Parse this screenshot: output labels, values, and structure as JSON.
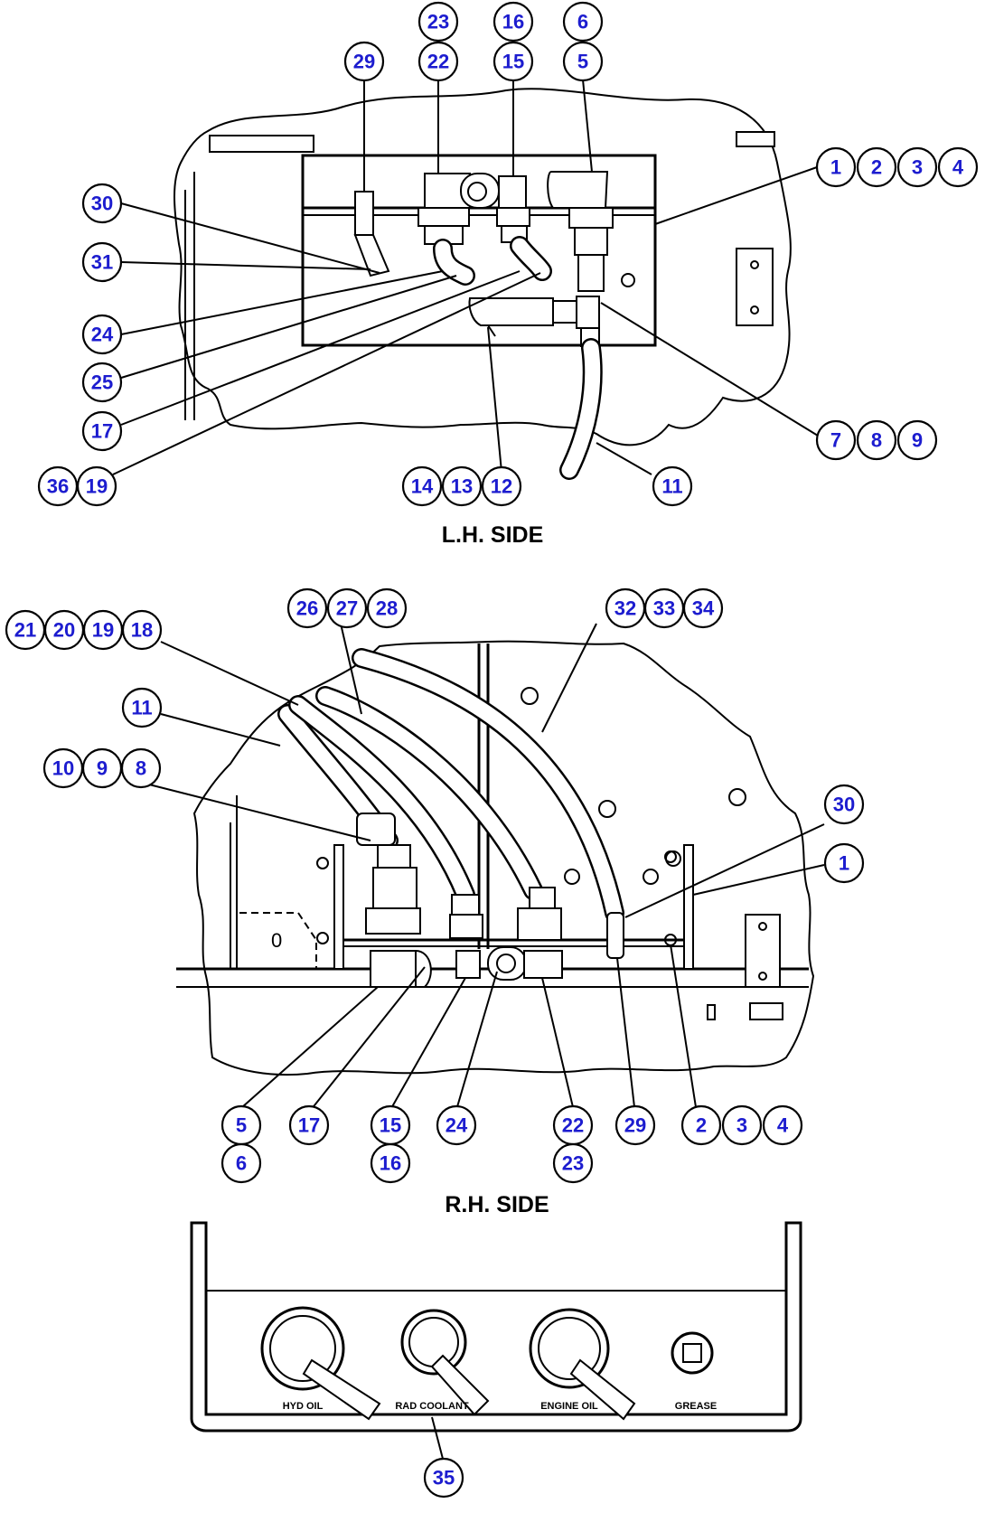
{
  "views": {
    "lh": {
      "title": "L.H. SIDE",
      "callouts": [
        "23",
        "22",
        "16",
        "15",
        "6",
        "5",
        "29",
        "1",
        "2",
        "3",
        "4",
        "30",
        "31",
        "24",
        "25",
        "17",
        "36",
        "19",
        "14",
        "13",
        "12",
        "7",
        "8",
        "9",
        "11"
      ]
    },
    "rh": {
      "title": "R.H. SIDE",
      "callouts": [
        "26",
        "27",
        "28",
        "32",
        "33",
        "34",
        "21",
        "20",
        "19",
        "18",
        "11",
        "10",
        "9",
        "8",
        "30",
        "1",
        "5",
        "6",
        "17",
        "15",
        "16",
        "24",
        "22",
        "23",
        "29",
        "2",
        "3",
        "4"
      ]
    },
    "panel": {
      "labels": [
        "HYD OIL",
        "RAD COOLANT",
        "ENGINE OIL",
        "GREASE"
      ],
      "callouts": [
        "35"
      ]
    }
  },
  "colors": {
    "callout_text": "#1c1ccf",
    "line": "#000000",
    "background": "#ffffff"
  }
}
